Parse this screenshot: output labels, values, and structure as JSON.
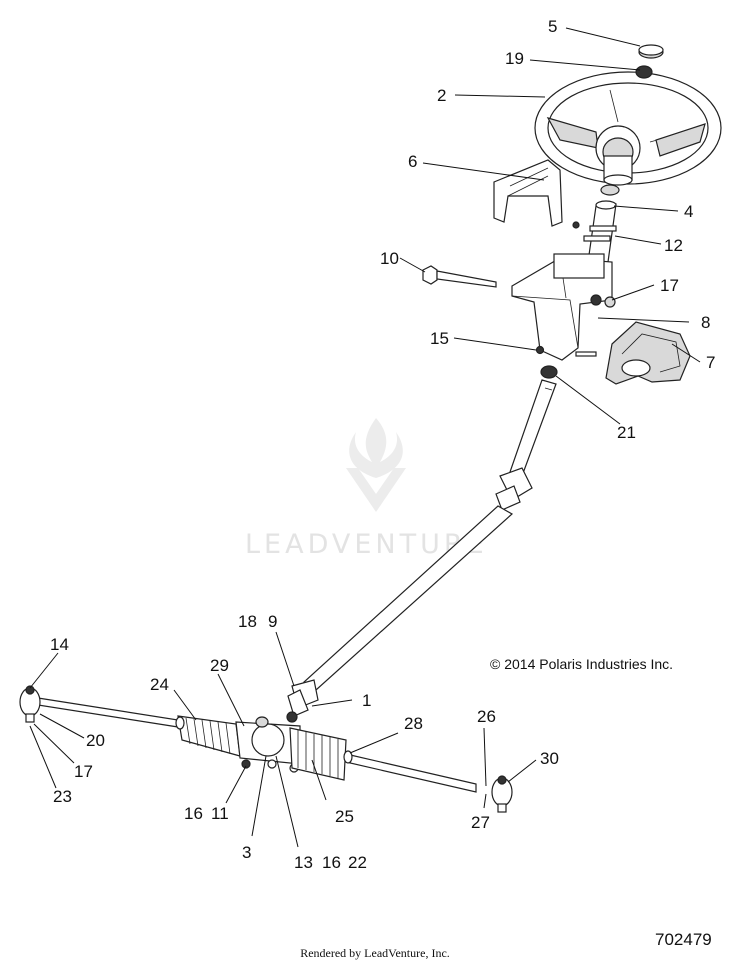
{
  "copyright": "© 2014 Polaris Industries Inc.",
  "watermark": "LEADVENTURE",
  "footer": "Rendered by LeadVenture, Inc.",
  "drawing_number": "702479",
  "callouts": {
    "c1": "1",
    "c2": "2",
    "c3": "3",
    "c4": "4",
    "c5": "5",
    "c6": "6",
    "c7": "7",
    "c8": "8",
    "c9": "9",
    "c10": "10",
    "c11": "11",
    "c12": "12",
    "c13": "13",
    "c14": "14",
    "c15": "15",
    "c16a": "16",
    "c16b": "16",
    "c17a": "17",
    "c17b": "17",
    "c18": "18",
    "c19": "19",
    "c20": "20",
    "c21": "21",
    "c22": "22",
    "c23": "23",
    "c24": "24",
    "c25": "25",
    "c26": "26",
    "c27": "27",
    "c28": "28",
    "c29": "29",
    "c30": "30"
  }
}
